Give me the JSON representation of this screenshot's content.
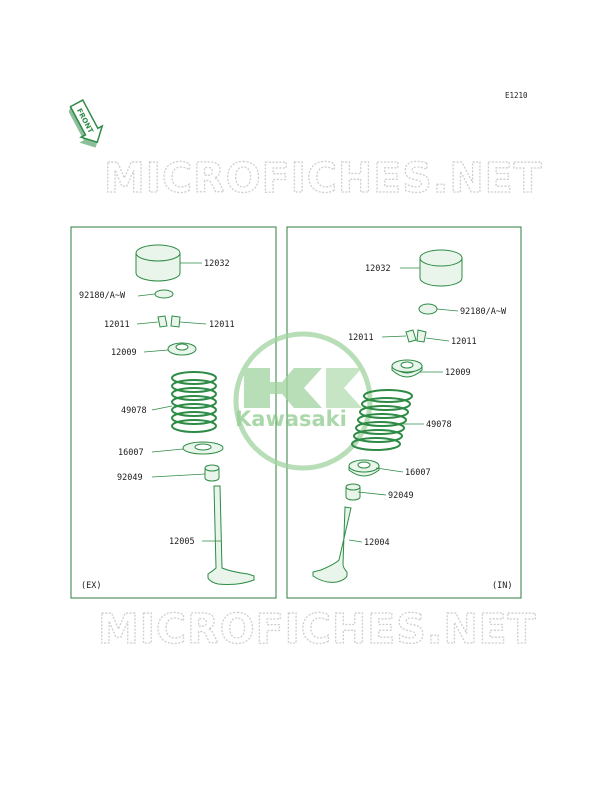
{
  "diagram": {
    "ref_code": "E1210",
    "front_label": "FRONT",
    "watermark": "MICROFICHES.NET",
    "brand": "Kawasaki",
    "colors": {
      "part_green": "#2e8b46",
      "part_fill": "#e9f5ea",
      "frame": "#2f7d3f",
      "logo": "#7cc27c"
    },
    "panels": [
      {
        "id": "ex",
        "tag": "(EX)",
        "labels": [
          "12032",
          "92180/A~W",
          "12011",
          "12011",
          "12009",
          "49078",
          "16007",
          "92049",
          "12005"
        ]
      },
      {
        "id": "in",
        "tag": "(IN)",
        "labels": [
          "12032",
          "92180/A~W",
          "12011",
          "12011",
          "12009",
          "49078",
          "16007",
          "92049",
          "12004"
        ]
      }
    ]
  }
}
